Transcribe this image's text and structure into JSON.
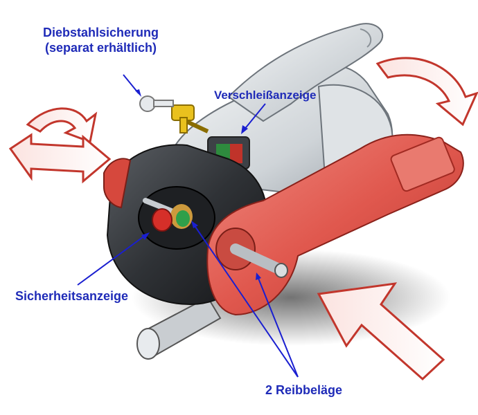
{
  "labels": {
    "theft_protection_line1": "Diebstahlsicherung",
    "theft_protection_line2": "(separat erhältlich)",
    "wear_indicator": "Verschleißanzeige",
    "safety_indicator": "Sicherheitsanzeige",
    "friction_pads": "2 Reibbeläge"
  },
  "colors": {
    "label_text": "#1f2bb8",
    "pointer_line": "#1a1fd0",
    "housing_silver": "#d9dde0",
    "handle_red": "#e0584e",
    "body_black": "#2b2d31",
    "arrow_outline": "#c2362c"
  }
}
